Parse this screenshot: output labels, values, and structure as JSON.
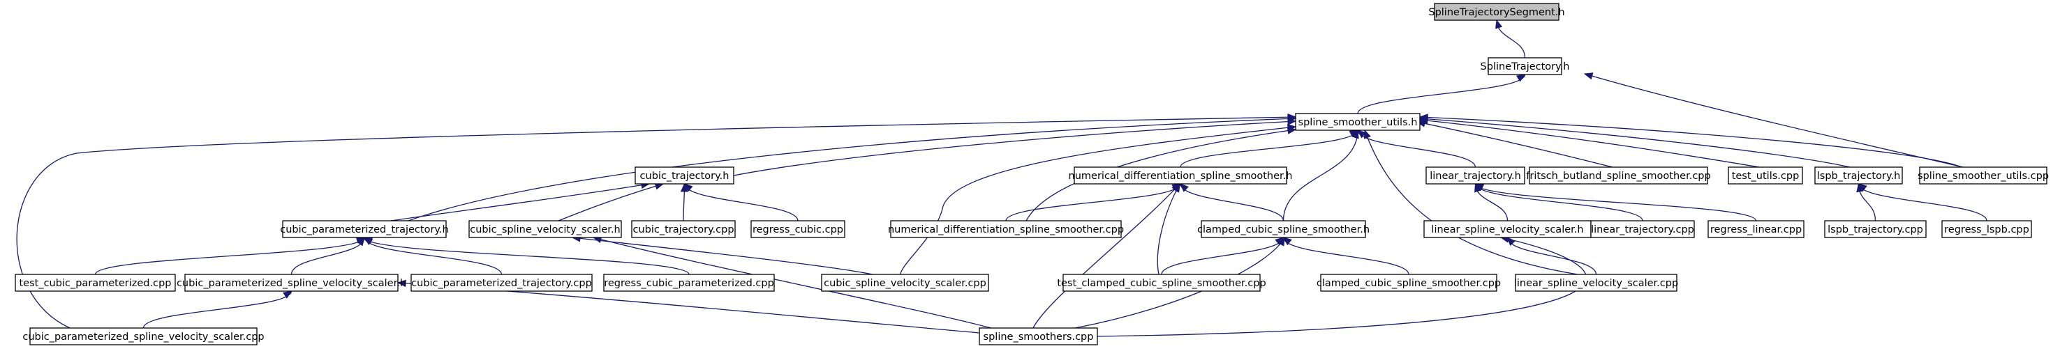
{
  "graph": {
    "colors": {
      "edge": "#191970",
      "node_fill": "#ffffff",
      "root_fill": "#bfbfbf",
      "node_stroke": "#000000"
    },
    "nodes": [
      {
        "id": "n0",
        "label": "SplineTrajectorySegment.h",
        "root": true
      },
      {
        "id": "n1",
        "label": "SplineTrajectory.h"
      },
      {
        "id": "n2",
        "label": "spline_smoother_utils.h"
      },
      {
        "id": "n3",
        "label": "cubic_trajectory.h"
      },
      {
        "id": "n4",
        "label": "numerical_differentiation_spline_smoother.h"
      },
      {
        "id": "n5",
        "label": "linear_trajectory.h"
      },
      {
        "id": "n6",
        "label": "fritsch_butland_spline_smoother.cpp"
      },
      {
        "id": "n7",
        "label": "test_utils.cpp"
      },
      {
        "id": "n8",
        "label": "lspb_trajectory.h"
      },
      {
        "id": "n9",
        "label": "spline_smoother_utils.cpp"
      },
      {
        "id": "n10",
        "label": "cubic_parameterized_trajectory.h"
      },
      {
        "id": "n11",
        "label": "cubic_spline_velocity_scaler.h"
      },
      {
        "id": "n12",
        "label": "cubic_trajectory.cpp"
      },
      {
        "id": "n13",
        "label": "regress_cubic.cpp"
      },
      {
        "id": "n14",
        "label": "numerical_differentiation_spline_smoother.cpp"
      },
      {
        "id": "n15",
        "label": "clamped_cubic_spline_smoother.h"
      },
      {
        "id": "n16",
        "label": "linear_spline_velocity_scaler.h"
      },
      {
        "id": "n17",
        "label": "linear_trajectory.cpp"
      },
      {
        "id": "n18",
        "label": "regress_linear.cpp"
      },
      {
        "id": "n19",
        "label": "lspb_trajectory.cpp"
      },
      {
        "id": "n20",
        "label": "regress_lspb.cpp"
      },
      {
        "id": "n21",
        "label": "test_cubic_parameterized.cpp"
      },
      {
        "id": "n22",
        "label": "cubic_parameterized_spline_velocity_scaler.h"
      },
      {
        "id": "n23",
        "label": "cubic_parameterized_trajectory.cpp"
      },
      {
        "id": "n24",
        "label": "regress_cubic_parameterized.cpp"
      },
      {
        "id": "n25",
        "label": "cubic_spline_velocity_scaler.cpp"
      },
      {
        "id": "n26",
        "label": "test_clamped_cubic_spline_smoother.cpp"
      },
      {
        "id": "n27",
        "label": "clamped_cubic_spline_smoother.cpp"
      },
      {
        "id": "n28",
        "label": "linear_spline_velocity_scaler.cpp"
      },
      {
        "id": "n29",
        "label": "cubic_parameterized_spline_velocity_scaler.cpp"
      },
      {
        "id": "n30",
        "label": "spline_smoothers.cpp"
      }
    ],
    "edges": [
      [
        "n0",
        "n1"
      ],
      [
        "n1",
        "n2"
      ],
      [
        "n1",
        "n9"
      ],
      [
        "n2",
        "n3"
      ],
      [
        "n2",
        "n4"
      ],
      [
        "n2",
        "n5"
      ],
      [
        "n2",
        "n6"
      ],
      [
        "n2",
        "n7"
      ],
      [
        "n2",
        "n8"
      ],
      [
        "n2",
        "n9"
      ],
      [
        "n2",
        "n10"
      ],
      [
        "n2",
        "n29"
      ],
      [
        "n2",
        "n25"
      ],
      [
        "n2",
        "n14"
      ],
      [
        "n2",
        "n15"
      ],
      [
        "n2",
        "n28"
      ],
      [
        "n3",
        "n10"
      ],
      [
        "n3",
        "n11"
      ],
      [
        "n3",
        "n12"
      ],
      [
        "n3",
        "n13"
      ],
      [
        "n4",
        "n14"
      ],
      [
        "n4",
        "n15"
      ],
      [
        "n4",
        "n26"
      ],
      [
        "n4",
        "n30"
      ],
      [
        "n5",
        "n16"
      ],
      [
        "n5",
        "n17"
      ],
      [
        "n5",
        "n18"
      ],
      [
        "n8",
        "n19"
      ],
      [
        "n8",
        "n20"
      ],
      [
        "n10",
        "n21"
      ],
      [
        "n10",
        "n22"
      ],
      [
        "n10",
        "n23"
      ],
      [
        "n10",
        "n24"
      ],
      [
        "n11",
        "n25"
      ],
      [
        "n11",
        "n30"
      ],
      [
        "n15",
        "n26"
      ],
      [
        "n15",
        "n27"
      ],
      [
        "n15",
        "n30"
      ],
      [
        "n16",
        "n28"
      ],
      [
        "n16",
        "n30"
      ],
      [
        "n22",
        "n29"
      ],
      [
        "n22",
        "n30"
      ]
    ]
  }
}
